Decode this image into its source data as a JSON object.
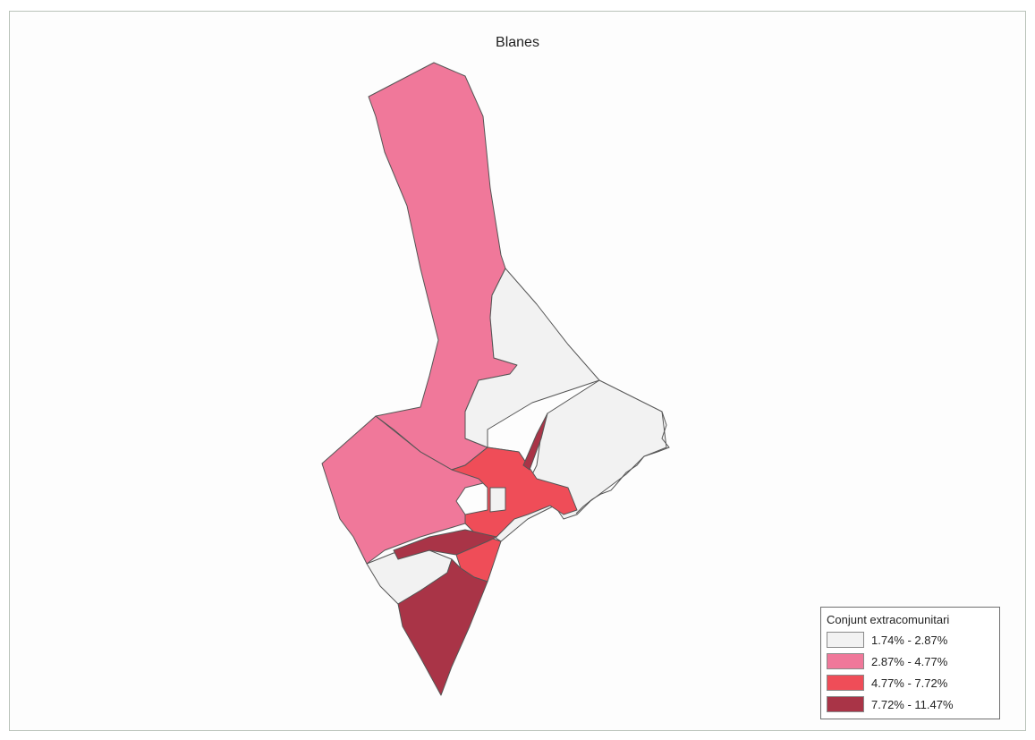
{
  "map": {
    "title": "Blanes",
    "colors": {
      "class1": "#f2f2f2",
      "class2": "#f0789a",
      "class3": "#ef4d58",
      "class4": "#a93447",
      "boundary": "#555555"
    }
  },
  "legend": {
    "title": "Conjunt extracomunitari",
    "items": [
      {
        "label": "1.74% - 2.87%",
        "color": "#f2f2f2"
      },
      {
        "label": "2.87% - 4.77%",
        "color": "#f0789a"
      },
      {
        "label": "4.77% - 7.72%",
        "color": "#ef4d58"
      },
      {
        "label": "7.72% - 11.47%",
        "color": "#a93447"
      }
    ]
  }
}
